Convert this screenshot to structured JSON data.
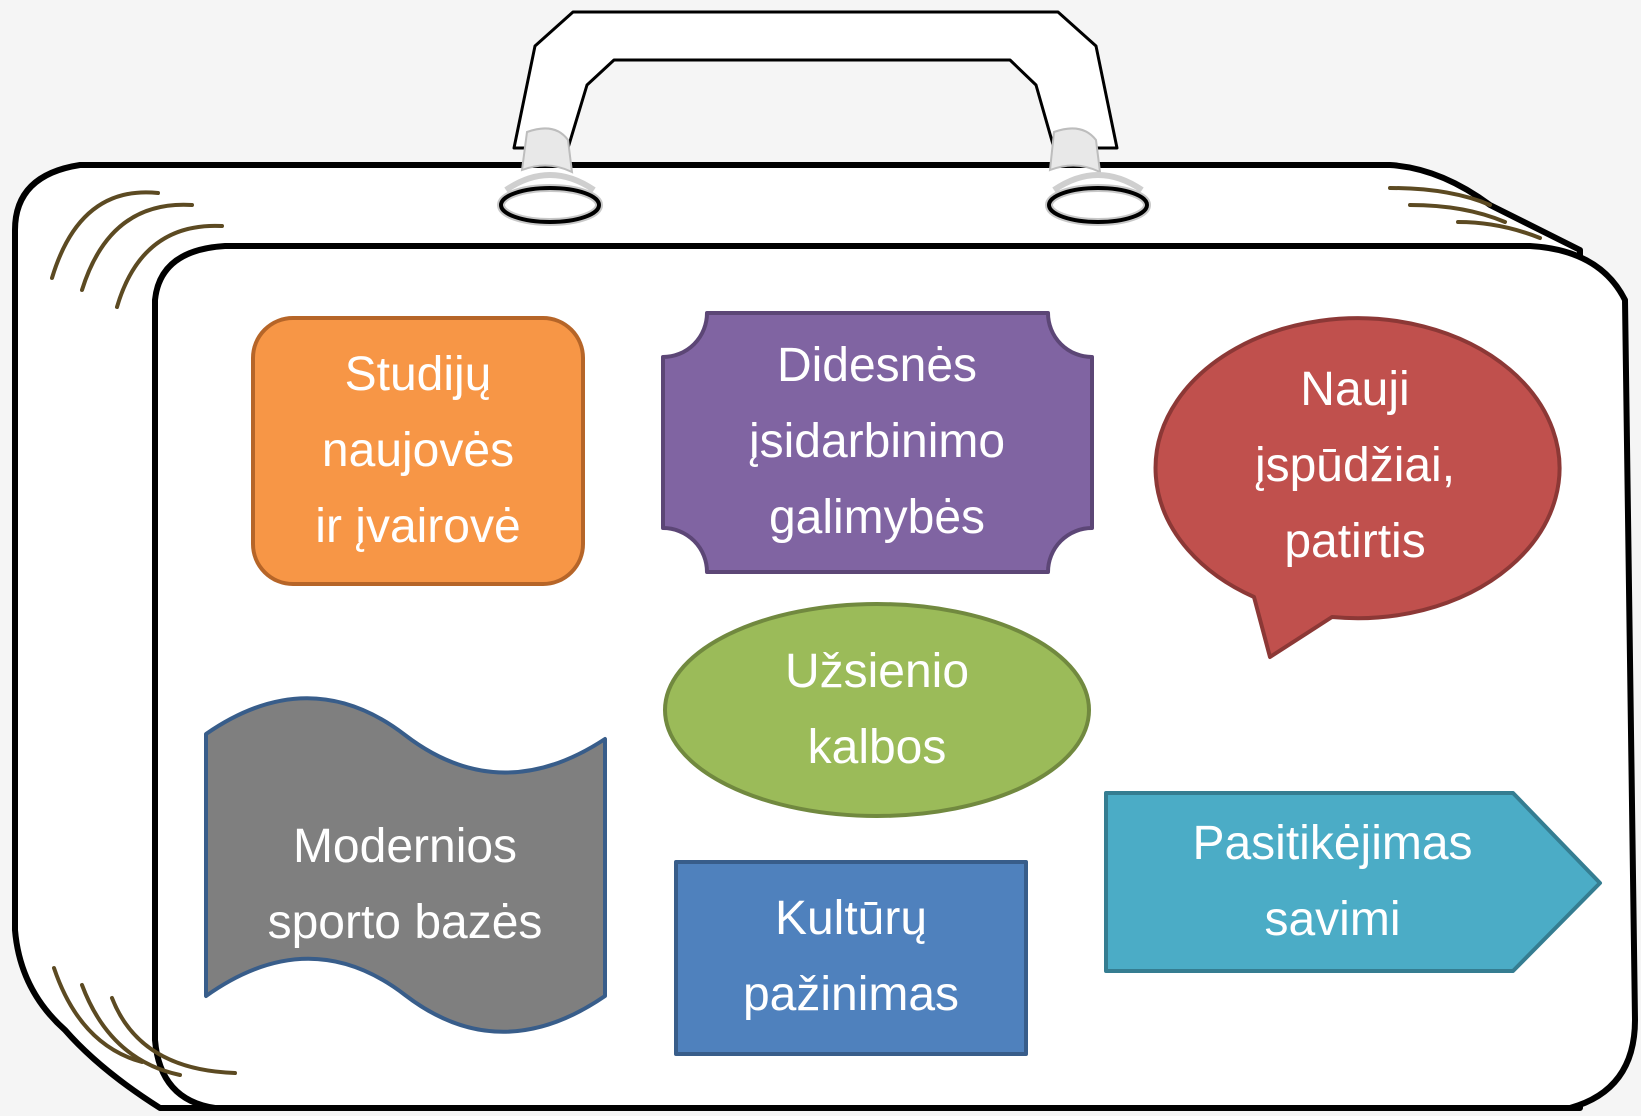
{
  "stickers": [
    {
      "id": "studiju",
      "shape": "rounded-rectangle",
      "fill": "#f79646",
      "stroke": "#b66528",
      "lines": [
        "Studijų",
        "naujovės",
        "ir įvairovė"
      ]
    },
    {
      "id": "idarbinimo",
      "shape": "scalloped-plaque",
      "fill": "#8064a2",
      "stroke": "#5c4676",
      "lines": [
        "Didesnės",
        "įsidarbinimo",
        "galimybės"
      ]
    },
    {
      "id": "ispudziai",
      "shape": "speech-bubble",
      "fill": "#c0504d",
      "stroke": "#8c3836",
      "lines": [
        "Nauji",
        "įspūdžiai,",
        "patirtis"
      ]
    },
    {
      "id": "kalbos",
      "shape": "ellipse",
      "fill": "#9bbb59",
      "stroke": "#71893f",
      "lines": [
        "Užsienio",
        "kalbos"
      ]
    },
    {
      "id": "sportas",
      "shape": "wave-banner",
      "fill": "#7f7f7f",
      "stroke": "#385d8a",
      "lines": [
        "Modernios",
        "sporto bazės"
      ]
    },
    {
      "id": "kulturos",
      "shape": "rectangle",
      "fill": "#4f81bd",
      "stroke": "#385d8a",
      "lines": [
        "Kultūrų",
        "pažinimas"
      ]
    },
    {
      "id": "pasitikejimas",
      "shape": "pentagon-arrow",
      "fill": "#4bacc6",
      "stroke": "#357d91",
      "lines": [
        "Pasitikėjimas",
        "savimi"
      ]
    }
  ]
}
